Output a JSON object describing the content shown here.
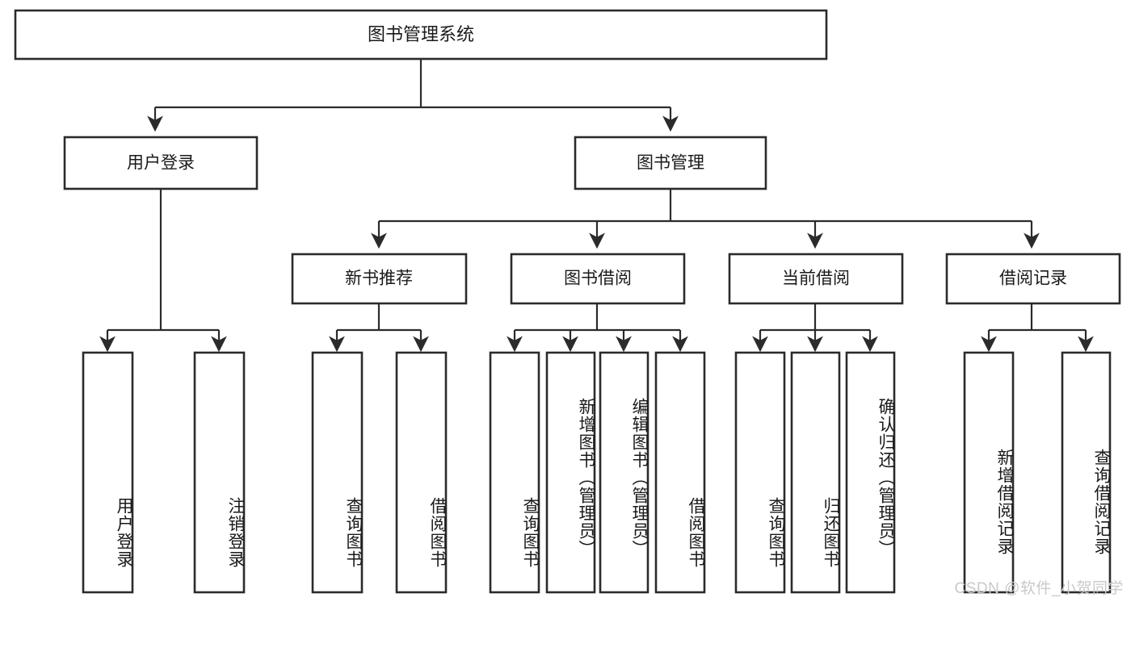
{
  "diagram": {
    "type": "tree",
    "title": "图书管理系统",
    "watermark": "CSDN @软件_小贺同学",
    "colors": {
      "stroke": "#2b2b2b",
      "fill": "#ffffff",
      "text": "#1a1a1a",
      "watermark": "#c9c9c9"
    },
    "levels": {
      "root": [
        {
          "id": "root",
          "label": "图书管理系统"
        }
      ],
      "level2": [
        {
          "id": "user-login",
          "label": "用户登录"
        },
        {
          "id": "book-management",
          "label": "图书管理"
        }
      ],
      "level3": [
        {
          "id": "new-book-recommend",
          "label": "新书推荐",
          "parent": "book-management"
        },
        {
          "id": "book-borrow",
          "label": "图书借阅",
          "parent": "book-management"
        },
        {
          "id": "current-borrow",
          "label": "当前借阅",
          "parent": "book-management"
        },
        {
          "id": "borrow-record",
          "label": "借阅记录",
          "parent": "book-management"
        }
      ],
      "leaves": [
        {
          "id": "leaf-user-login",
          "label": "用户登录",
          "parent": "user-login"
        },
        {
          "id": "leaf-logout-login",
          "label": "注销登录",
          "parent": "user-login"
        },
        {
          "id": "leaf-query-book-1",
          "label": "查询图书",
          "parent": "new-book-recommend"
        },
        {
          "id": "leaf-borrow-book-1",
          "label": "借阅图书",
          "parent": "new-book-recommend"
        },
        {
          "id": "leaf-query-book-2",
          "label": "查询图书",
          "parent": "book-borrow"
        },
        {
          "id": "leaf-add-book",
          "label": "新增图书（管理员）",
          "parent": "book-borrow"
        },
        {
          "id": "leaf-edit-book",
          "label": "编辑图书（管理员）",
          "parent": "book-borrow"
        },
        {
          "id": "leaf-borrow-book-2",
          "label": "借阅图书",
          "parent": "book-borrow"
        },
        {
          "id": "leaf-query-book-3",
          "label": "查询图书",
          "parent": "current-borrow"
        },
        {
          "id": "leaf-return-book",
          "label": "归还图书",
          "parent": "current-borrow"
        },
        {
          "id": "leaf-confirm-return",
          "label": "确认归还（管理员）",
          "parent": "current-borrow"
        },
        {
          "id": "leaf-add-record",
          "label": "新增借阅记录",
          "parent": "borrow-record"
        },
        {
          "id": "leaf-query-record",
          "label": "查询借阅记录",
          "parent": "borrow-record"
        }
      ]
    }
  }
}
